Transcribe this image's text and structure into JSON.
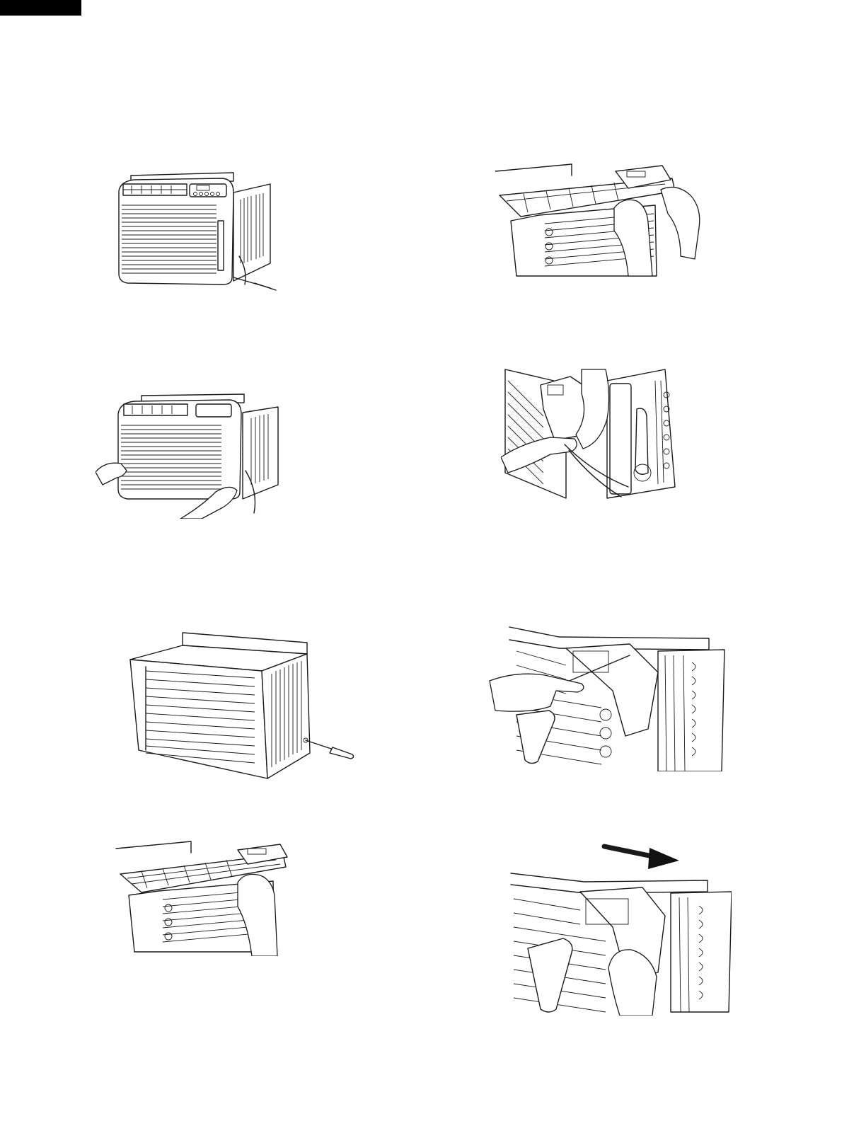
{
  "page": {
    "header_tab": "black-page-tab"
  },
  "figures": {
    "left": [
      {
        "id": "fig-l1",
        "depicts": "screw-removal-front-cabinet-icon"
      },
      {
        "id": "fig-l2",
        "depicts": "hands-removing-front-grille-icon"
      },
      {
        "id": "fig-l3",
        "depicts": "cabinet-screw-removal-icon"
      },
      {
        "id": "fig-l4",
        "depicts": "hand-lifting-control-panel-icon"
      }
    ],
    "right": [
      {
        "id": "fig-r1",
        "depicts": "hands-lifting-control-panel-icon"
      },
      {
        "id": "fig-r2",
        "depicts": "hands-disconnecting-wiring-icon"
      },
      {
        "id": "fig-r3",
        "depicts": "screwdriver-control-box-icon"
      },
      {
        "id": "fig-r4",
        "depicts": "sliding-control-box-arrow-icon"
      }
    ]
  }
}
